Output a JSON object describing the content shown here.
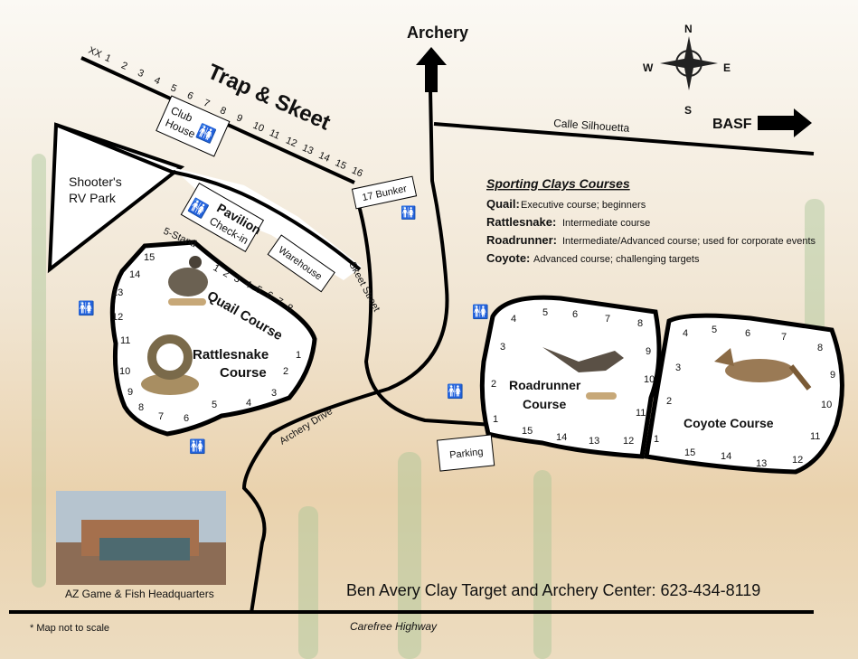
{
  "title": "Trap & Skeet",
  "trap_stations": [
    "XX",
    "1",
    "2",
    "3",
    "4",
    "5",
    "6",
    "7",
    "8",
    "9",
    "10",
    "11",
    "12",
    "13",
    "14",
    "15",
    "16"
  ],
  "labels": {
    "archery": "Archery",
    "basf": "BASF",
    "calle": "Calle Silhouetta",
    "club_house": [
      "Club",
      "House"
    ],
    "rv_park": [
      "Shooter's",
      "RV Park"
    ],
    "pavilion": "Pavilion",
    "checkin": "Check-in",
    "five_stand": "5-Stand",
    "bunker": "17 Bunker",
    "warehouse": "Warehouse",
    "skeet_street": "Skeet Street",
    "archery_drive": "Archery Drive",
    "parking": "Parking",
    "quail_course": "Quail Course",
    "rattlesnake_course": [
      "Rattlesnake",
      "Course"
    ],
    "roadrunner_course": [
      "Roadrunner",
      "Course"
    ],
    "coyote_course": "Coyote Course",
    "hq": "AZ Game & Fish Headquarters",
    "center": "Ben Avery Clay Target and Archery Center: 623-434-8119",
    "highway": "Carefree Highway",
    "not_to_scale": "* Map not to scale"
  },
  "compass": {
    "n": "N",
    "s": "S",
    "e": "E",
    "w": "W"
  },
  "legend": {
    "title": "Sporting Clays Courses",
    "items": [
      {
        "name": "Quail:",
        "desc": "Executive course; beginners"
      },
      {
        "name": "Rattlesnake:",
        "desc": "Intermediate course"
      },
      {
        "name": "Roadrunner:",
        "desc": "Intermediate/Advanced course; used for corporate events"
      },
      {
        "name": "Coyote:",
        "desc": "Advanced course; challenging targets"
      }
    ]
  },
  "quail_stations": [
    "1",
    "2",
    "3",
    "4",
    "5",
    "6",
    "7",
    "8"
  ],
  "rattlesnake_stations": [
    "1",
    "2",
    "3",
    "4",
    "5",
    "6",
    "7",
    "8",
    "9",
    "10",
    "11",
    "12",
    "13",
    "14",
    "15"
  ],
  "roadrunner_stations": [
    "1",
    "2",
    "3",
    "4",
    "5",
    "6",
    "7",
    "8",
    "9",
    "10",
    "11",
    "12",
    "13",
    "14",
    "15"
  ],
  "coyote_stations": [
    "1",
    "2",
    "3",
    "4",
    "5",
    "6",
    "7",
    "8",
    "9",
    "10",
    "11",
    "12",
    "13",
    "14",
    "15"
  ],
  "colors": {
    "line": "#000000",
    "bg_sky": "#f4efe6",
    "bg_ground": "#e8cfa8",
    "cactus": "#b9cfa4"
  }
}
